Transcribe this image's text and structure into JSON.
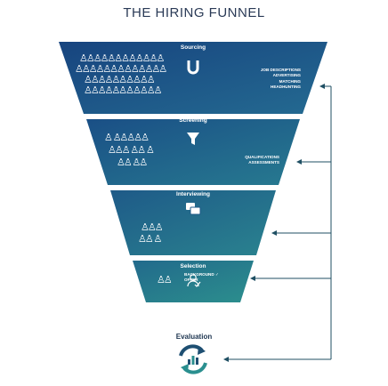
{
  "title": "THE HIRING FUNNEL",
  "colors": {
    "top": "#1a4a86",
    "bottom": "#2a8f8f",
    "arrow": "#1f4f63",
    "text": "#2a3a56"
  },
  "stages": [
    {
      "label": "Sourcing",
      "icon": "magnet-icon",
      "people_rows": [
        "♙♙♙♙♙♙♙♙♙♙♙♙",
        "♙♙♙♙♙♙♙♙♙♙♙♙♙",
        "♙♙♙♙♙♙♙♙♙♙",
        "♙♙♙♙♙♙♙♙♙♙♙"
      ],
      "right_items": [
        "JOB DESCRIPTIONS",
        "ADVERTISING",
        "MATCHING",
        "HEADHUNTING"
      ]
    },
    {
      "label": "Screening",
      "icon": "filter-icon",
      "people_rows": [
        "♙  ♙♙♙♙♙",
        "♙♙♙  ♙♙  ♙",
        "♙♙  ♙♙"
      ],
      "right_items": [
        "QUALIFICATIONS",
        "ASSESSMENTS"
      ]
    },
    {
      "label": "Interviewing",
      "icon": "chat-icon",
      "people_rows": [
        "♙♙♙",
        "♙♙  ♙"
      ],
      "right_items": []
    },
    {
      "label": "Selection",
      "icon": "user-check-icon",
      "people_rows": [
        "♙♙"
      ],
      "right_items": [
        "BACKGROUND ✓",
        "OFFER"
      ]
    }
  ],
  "evaluation": {
    "label": "Evaluation",
    "icon": "cycle-chart-icon"
  }
}
